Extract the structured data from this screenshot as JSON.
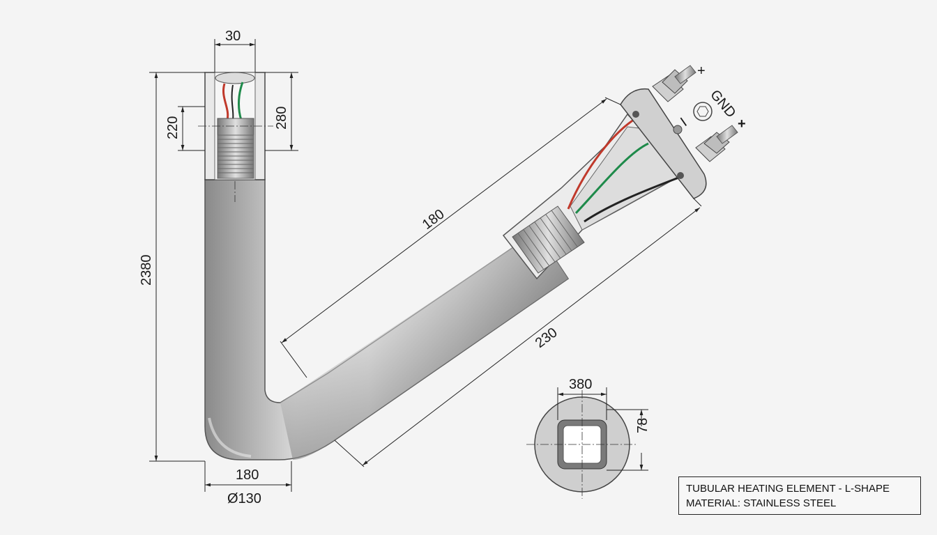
{
  "dimensions": {
    "top_width": "30",
    "total_height": "2380",
    "inner_length": "220",
    "insert_length": "280",
    "diagonal_upper": "180",
    "diagonal_lower": "230",
    "bottom_width": "180",
    "diameter": "Ø130",
    "section_width": "380",
    "section_wall": "78"
  },
  "terminals": {
    "plus_top": "+",
    "ground": "GND",
    "plus_bottom": "+",
    "minus": "I"
  },
  "title_block": {
    "line1": "TUBULAR HEATING ELEMENT - L-SHAPE",
    "line2": "MATERIAL: STAINLESS STEEL"
  },
  "colors": {
    "wire_red": "#c0392b",
    "wire_green": "#1e8a4a",
    "wire_black": "#222222",
    "steel": "#b8b8b8"
  }
}
